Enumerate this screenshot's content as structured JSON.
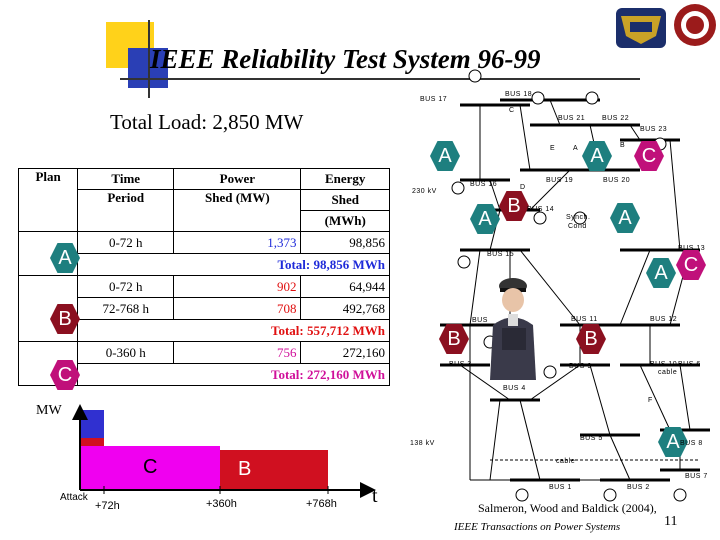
{
  "title": "IEEE Reliability Test System 96-99",
  "total_load": "Total Load: 2,850 MW",
  "table": {
    "headers": {
      "plan": "Plan",
      "time": "Time",
      "time2": "Period",
      "power": "Power",
      "power2": "Shed (MW)",
      "energy": "Energy",
      "energy2": "Shed",
      "energy3": "(MWh)"
    },
    "plan_a": {
      "label": "A",
      "r1_time": "0-72 h",
      "r1_power": "1,373",
      "r1_energy": "98,856",
      "total": "Total: 98,856 MWh"
    },
    "plan_b": {
      "label": "B",
      "r1_time": "0-72 h",
      "r1_power": "902",
      "r1_energy": "64,944",
      "r2_time": "72-768 h",
      "r2_power": "708",
      "r2_energy": "492,768",
      "total": "Total: 557,712 MWh"
    },
    "plan_c": {
      "label": "C",
      "r1_time": "0-360 h",
      "r1_power": "756",
      "r1_energy": "272,160",
      "total": "Total: 272,160 MWh"
    }
  },
  "chart": {
    "y_axis_label": "MW",
    "x_axis_label": "t",
    "attack_label": "Attack",
    "ticks": [
      "+72h",
      "+360h",
      "+768h"
    ],
    "region_c_label": "C",
    "region_b_label": "B"
  },
  "diagram": {
    "letters": [
      "A",
      "A",
      "C",
      "A",
      "B",
      "A",
      "A",
      "C",
      "B",
      "B",
      "A"
    ],
    "voltage_230": "230 kV",
    "voltage_138": "138 kV",
    "synch": "Synch.",
    "cond": "Cond",
    "cable1": "cable",
    "cable2": "cable",
    "buses": {
      "b17": "BUS 17",
      "b18": "BUS 18",
      "b21": "BUS 21",
      "b22": "BUS 22",
      "b23": "BUS 23",
      "b16": "BUS 16",
      "b19": "BUS 19",
      "b20": "BUS 20",
      "b14": "BUS 14",
      "b15": "BUS 15",
      "b13": "BUS 13",
      "b24": "BUS",
      "b11": "BUS 11",
      "b12": "BUS 12",
      "b3": "BUS 3",
      "b9": "BUS 9",
      "b10": "BUS 10",
      "b6": "BUS 6",
      "b4": "BUS 4",
      "b5": "BUS 5",
      "b8": "BUS 8",
      "b1": "BUS 1",
      "b2": "BUS 2",
      "b7": "BUS 7"
    },
    "small": {
      "c": "C",
      "a": "A",
      "b": "B",
      "d": "D",
      "e": "E",
      "f": "F"
    }
  },
  "footer": {
    "authors": "Salmeron, Wood and Baldick (2004),",
    "journal": "IEEE Transactions on Power Systems",
    "page": "11"
  },
  "colors": {
    "plan_a": "#1e7f7f",
    "plan_b": "#8b1020",
    "plan_c": "#c0107a",
    "chart_blue": "#3030d0",
    "chart_magenta": "#f000f0",
    "chart_red": "#d01020"
  }
}
